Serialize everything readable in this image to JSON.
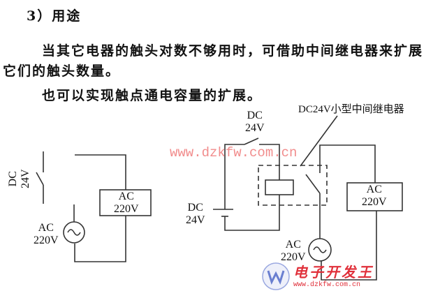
{
  "section_heading": "3）用途",
  "paragraph1_line1": "当其它电器的触头对数不够用时，可借助中间继电器来扩展",
  "paragraph1_line2": "它们的触头数量。",
  "paragraph2": "也可以实现触点通电容量的扩展。",
  "left_circuit": {
    "switch_label_dc": "DC",
    "switch_label_v": "24V",
    "load_label_ac": "AC",
    "load_label_v": "220V",
    "source_label_ac": "AC",
    "source_label_v": "220V"
  },
  "right_circuit": {
    "switch_label_dc": "DC",
    "switch_label_v": "24V",
    "relay_label": "DC24V小型中间继电器",
    "battery_label_dc": "DC",
    "battery_label_v": "24V",
    "load_label_ac": "AC",
    "load_label_v": "220V",
    "source_label_ac": "AC",
    "source_label_v": "220V"
  },
  "watermark": "www.dzkfw.com.cn",
  "logo": {
    "name": "电子开发王",
    "url": "www.dzkfw.com.cn"
  },
  "colors": {
    "line": "#333333",
    "watermark": "#f08080",
    "logo_red": "#e0303a",
    "logo_blue": "#6a7fd0"
  }
}
